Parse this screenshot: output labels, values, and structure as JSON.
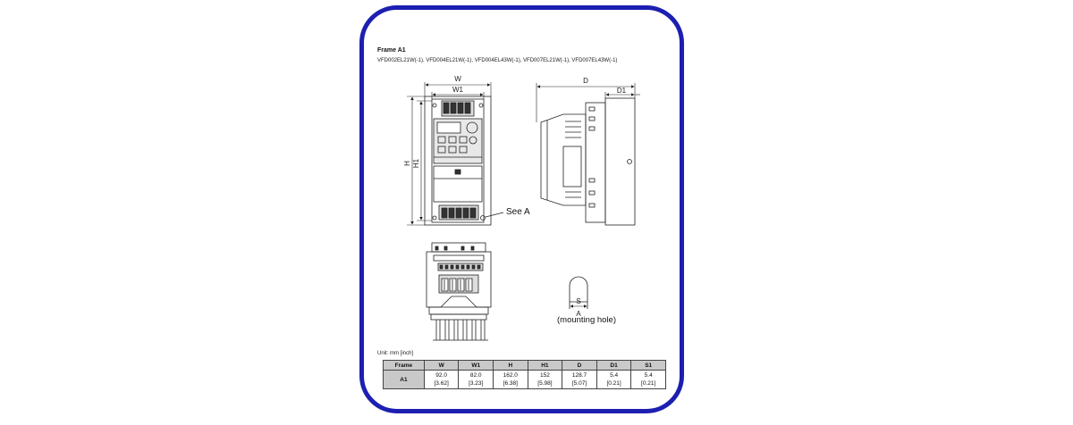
{
  "title": "Frame A1",
  "models": "VFD002EL21W(-1), VFD004EL21W(-1), VFD004EL43W(-1), VFD007EL21W(-1), VFD007EL43W(-1)",
  "labels": {
    "w": "W",
    "w1": "W1",
    "h": "H",
    "h1": "H1",
    "d": "D",
    "d1": "D1",
    "s": "S",
    "a": "A",
    "see_a": "See A",
    "mounting_hole": "(mounting hole)"
  },
  "unit": "Unit: mm [inch]",
  "table": {
    "headers": [
      "Frame",
      "W",
      "W1",
      "H",
      "H1",
      "D",
      "D1",
      "S1"
    ],
    "rows": [
      {
        "frame": "A1",
        "cells": [
          {
            "mm": "92.0",
            "inch": "[3.62]"
          },
          {
            "mm": "82.0",
            "inch": "[3.23]"
          },
          {
            "mm": "162.0",
            "inch": "[6.38]"
          },
          {
            "mm": "152",
            "inch": "[5.98]"
          },
          {
            "mm": "128.7",
            "inch": "[5.07]"
          },
          {
            "mm": "5.4",
            "inch": "[0.21]"
          },
          {
            "mm": "5.4",
            "inch": "[0.21]"
          }
        ]
      }
    ]
  },
  "colors": {
    "frame_border": "#1c1fb0",
    "header_bg": "#c9c9c9"
  }
}
